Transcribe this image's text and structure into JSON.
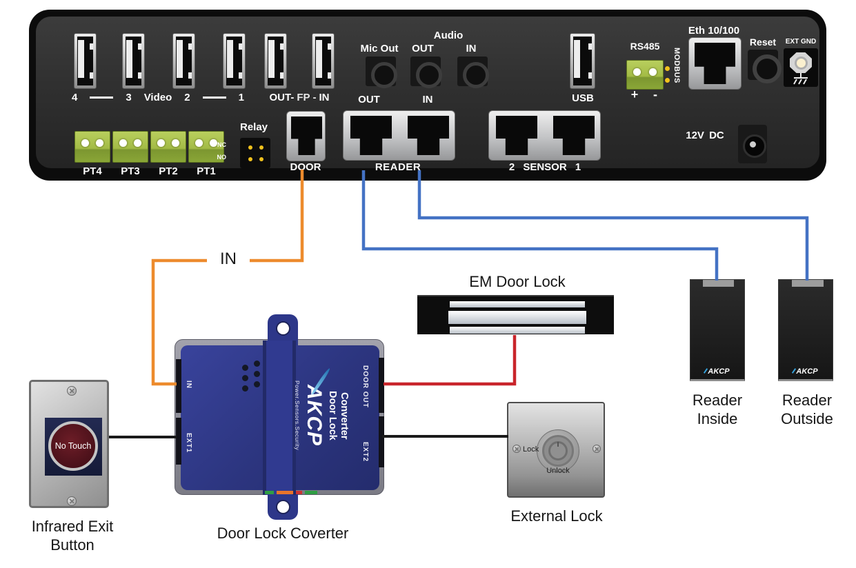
{
  "panel": {
    "video_group": {
      "n4": "4",
      "n3": "3",
      "video": "Video",
      "n2": "2",
      "n1": "1"
    },
    "fp_parts": [
      "OUT-",
      "FP",
      "-",
      "IN"
    ],
    "audio_label": "Audio",
    "mic_out_label": "Mic Out",
    "audio_out_label": "OUT",
    "audio_in_label": "IN",
    "usb_label": "USB",
    "pt_labels": [
      "PT4",
      "PT3",
      "PT2",
      "PT1"
    ],
    "relay_label": "Relay",
    "relay_nc": "NC",
    "relay_no": "NO",
    "door_label": "DOOR",
    "reader_out_label": "OUT",
    "reader_in_label": "IN",
    "reader_label": "READER",
    "sensor_label": "2 SENSOR 1",
    "rs485_label": "RS485",
    "rs485_plus": "+",
    "rs485_minus": "-",
    "modbus_label": "MODBUS",
    "eth_label": "Eth 10/100",
    "reset_label": "Reset",
    "ext_gnd_label": "EXT GND",
    "power_label": "12V DC"
  },
  "wires": {
    "door_in_label": "IN",
    "colors": {
      "door": "#ED8B2D",
      "reader": "#4472C4",
      "em_lock": "#C9252B",
      "aux": "#1A1A1A"
    }
  },
  "exit_button": {
    "button_text": "No Touch",
    "caption_1": "Infrared Exit",
    "caption_2": "Button"
  },
  "converter": {
    "caption": "Door Lock Coverter",
    "port_in": "IN",
    "port_ext1": "EXT1",
    "port_door_out": "DOOR OUT",
    "port_ext2": "EXT2",
    "brand_tagline": "Power.Sensors.Security",
    "brand_logo": "AKCP",
    "brand_name_1": "Door Lock",
    "brand_name_2": "Converter"
  },
  "em_lock": {
    "caption": "EM Door Lock"
  },
  "external_lock": {
    "caption": "External Lock",
    "lock_text": "Lock",
    "unlock_text": "Unlock"
  },
  "readers": {
    "inside": {
      "caption_1": "Reader",
      "caption_2": "Inside",
      "logo": "AKCP"
    },
    "outside": {
      "caption_1": "Reader",
      "caption_2": "Outside",
      "logo": "AKCP"
    }
  }
}
